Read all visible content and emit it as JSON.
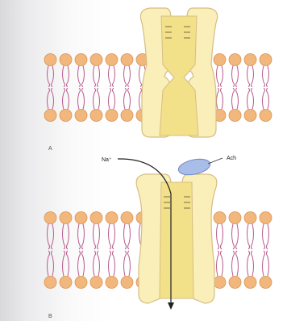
{
  "panels": [
    {
      "letter": "A",
      "state": "closed"
    },
    {
      "letter": "B",
      "state": "open"
    }
  ],
  "labels": {
    "ion": "Na⁺",
    "ligand": "Ach"
  },
  "colors": {
    "lipid_head": "#f2b77c",
    "lipid_head_edge": "#d99458",
    "lipid_tail": "#b85a8c",
    "channel_fill": "#faefb9",
    "channel_core": "#f3e189",
    "channel_edge": "#d6bd83",
    "ligand_fill": "#a9bde9",
    "ligand_edge": "#6f86c2",
    "arrow": "#222222"
  }
}
